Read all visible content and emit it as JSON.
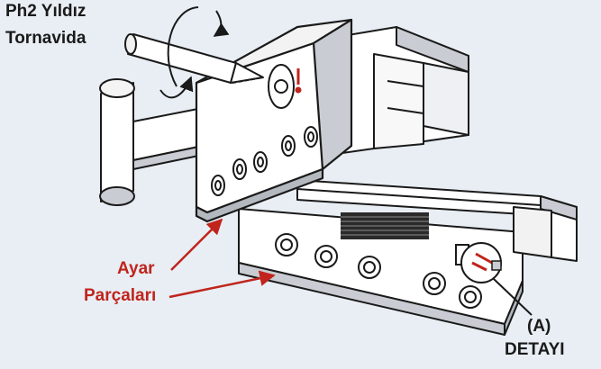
{
  "labels": {
    "tool_line1": "Ph2 Yıldız",
    "tool_line2": "Tornavida",
    "adjust_line1": "Ayar",
    "adjust_line2": "Parçaları",
    "detail_line1": "(A)",
    "detail_line2": "DETAYI"
  },
  "colors": {
    "background": "#e8eef4",
    "outline": "#1a1a1a",
    "callout_red": "#c0241c",
    "part_face": "#ffffff",
    "part_shade": "#c9ccd2"
  }
}
